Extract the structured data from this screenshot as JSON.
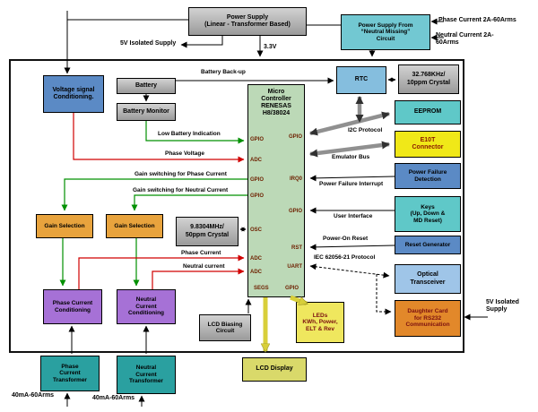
{
  "top": {
    "power_supply": "Power Supply\n(Linear - Transformer Based)",
    "neutral_missing": "Power Supply From\n“Neutral Missing”\nCircuit",
    "phase_in": "Phase Current 2A-60Arms",
    "neutral_in": "Neutral Current 2A-\n60Arms",
    "iso5v": "5V Isolated Supply",
    "v33": "3.3V"
  },
  "left": {
    "voltage_conditioning": "Voltage signal\nConditioning.",
    "battery": "Battery",
    "battery_monitor": "Battery Monitor",
    "gain_selection_phase": "Gain Selection",
    "gain_selection_neutral": "Gain Selection",
    "main_crystal": "9.8304MHz/\n50ppm Crystal",
    "phase_conditioning": "Phase Current\nConditioning",
    "neutral_conditioning": "Neutral\nCurrent\nConditioning",
    "lcd_biasing": "LCD Biasing\nCircuit",
    "phase_transformer": "Phase\nCurrent\nTransformer",
    "neutral_transformer": "Neutral\nCurrent\nTransformer",
    "phase_range": "40mA-60Arms",
    "neutral_range": "40mA-60Arms"
  },
  "mcu": {
    "title": "Micro\nController\nRENESAS\nH8/38024",
    "pins_left": [
      "GPIO",
      "ADC",
      "GPIO",
      "GPIO",
      "OSC",
      "ADC",
      "ADC",
      "SEGS"
    ],
    "pins_right": [
      "GPIO",
      "IRQ0",
      "GPIO",
      "RST",
      "UART",
      "GPIO"
    ]
  },
  "right": {
    "rtc": "RTC",
    "rtc_crystal": "32.768KHz/\n10ppm Crystal",
    "eeprom": "EEPROM",
    "e10t": "E10T\nConnector",
    "power_failure": "Power Failure\nDetection",
    "keys": "Keys\n(Up, Down &\nMD Reset)",
    "reset_generator": "Reset Generator",
    "optical": "Optical\nTransceiver",
    "daughter_card": "Daughter Card\nfor RS232\nCommunication",
    "iso5v": "5V Isolated\nSupply"
  },
  "bottom": {
    "leds": "LEDs\nKWh, Power,\nELT & Rev",
    "lcd_display": "LCD Display"
  },
  "labels": {
    "battery_backup": "Battery Back-up",
    "low_battery": "Low Battery Indication",
    "phase_voltage": "Phase Voltage",
    "gain_phase": "Gain switching for Phase Current",
    "gain_neutral": "Gain switching for Neutral Current",
    "phase_current": "Phase Current",
    "neutral_current": "Neutral current",
    "i2c": "I2C Protocol",
    "emulator": "Emulator Bus",
    "pfi": "Power Failure Interrupt",
    "user_interface": "User Interface",
    "por": "Power-On Reset",
    "iec": "IEC 62056-21 Protocol"
  },
  "colors": {
    "mcu_green": "#bcd9b7",
    "box_blue": "#5b8ac5",
    "box_cyan": "#5fc8c8",
    "box_light_blue": "#85bede",
    "box_orange": "#e8a33d",
    "box_purple": "#a671d6",
    "box_teal": "#2aa0a0",
    "box_yellow": "#f0e818",
    "box_dark_orange": "#e2882a",
    "leds_yellow": "#efe75e",
    "lcd_khaki": "#d9d96a",
    "wire_red": "#d00000",
    "wire_green": "#009000",
    "wire_yellow": "#cfc520"
  }
}
